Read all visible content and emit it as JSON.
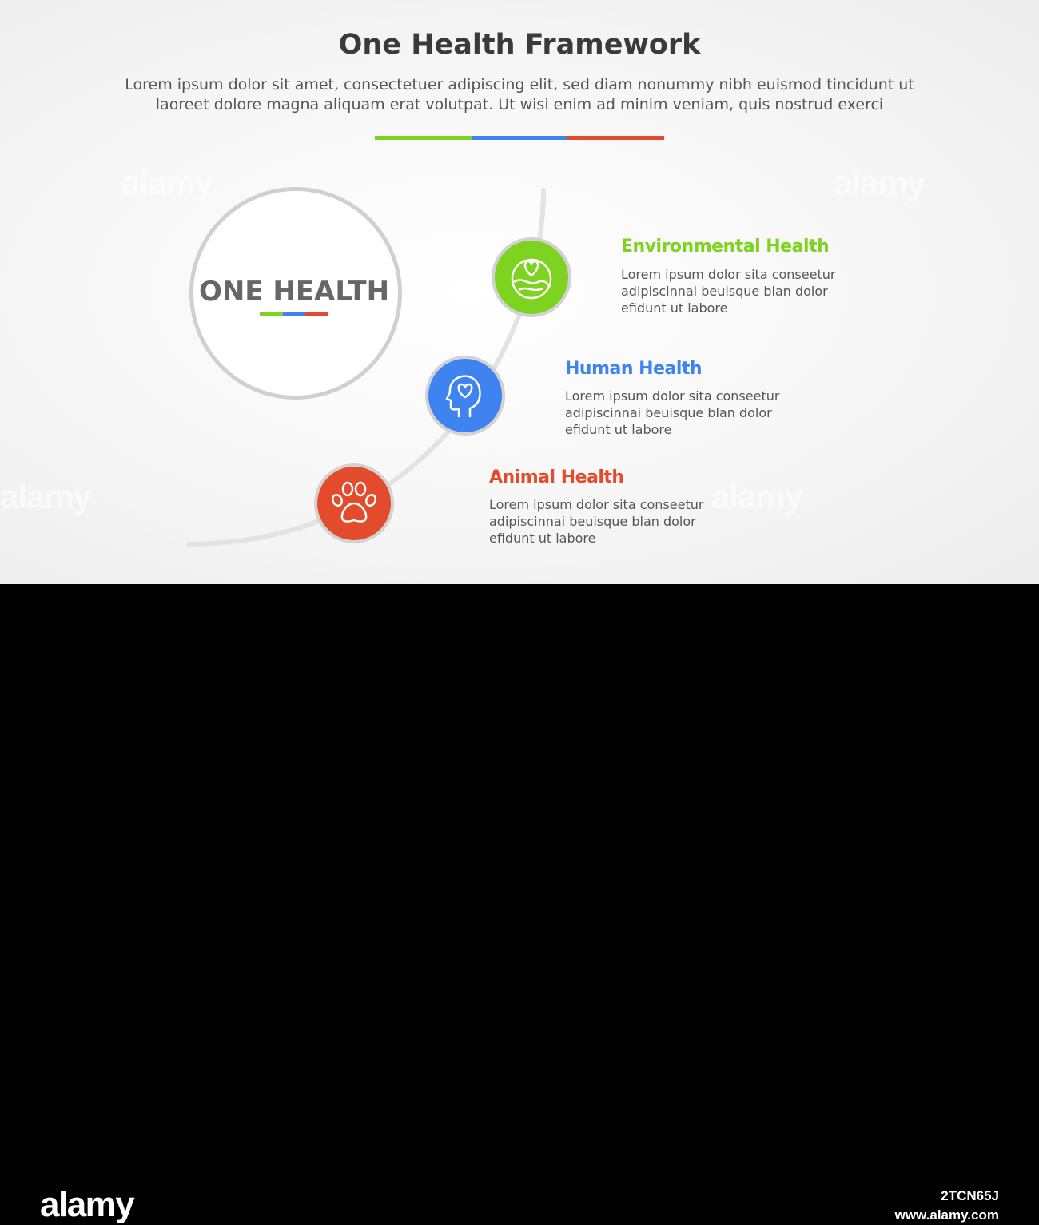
{
  "header": {
    "title": "One Health Framework",
    "description_line1": "Lorem ipsum dolor sit amet, consectetuer adipiscing elit, sed diam nonummy nibh euismod tincidunt ut",
    "description_line2": "laoreet dolore magna aliquam erat volutpat. Ut wisi enim ad minim veniam, quis nostrud exerci"
  },
  "colors": {
    "green": "#7ed321",
    "blue": "#3f83f0",
    "red": "#e24b2c"
  },
  "center": {
    "label": "ONE HEALTH"
  },
  "items": [
    {
      "title": "Environmental Health",
      "desc_line1": "Lorem ipsum dolor sita conseetur",
      "desc_line2": "adipiscinnai beuisque blan dolor",
      "desc_line3": "efidunt ut labore",
      "icon": "earth-heart-icon",
      "color": "#7ed321"
    },
    {
      "title": "Human Health",
      "desc_line1": "Lorem ipsum dolor sita conseetur",
      "desc_line2": "adipiscinnai beuisque blan dolor",
      "desc_line3": "efidunt ut labore",
      "icon": "head-heart-icon",
      "color": "#3f83f0"
    },
    {
      "title": "Animal Health",
      "desc_line1": "Lorem ipsum dolor sita conseetur",
      "desc_line2": "adipiscinnai beuisque blan dolor",
      "desc_line3": "efidunt ut labore",
      "icon": "paw-icon",
      "color": "#e24b2c"
    }
  ],
  "watermark": {
    "text": "alamy"
  },
  "footer": {
    "logo": "alamy",
    "image_id": "2TCN65J",
    "site": "www.alamy.com"
  }
}
